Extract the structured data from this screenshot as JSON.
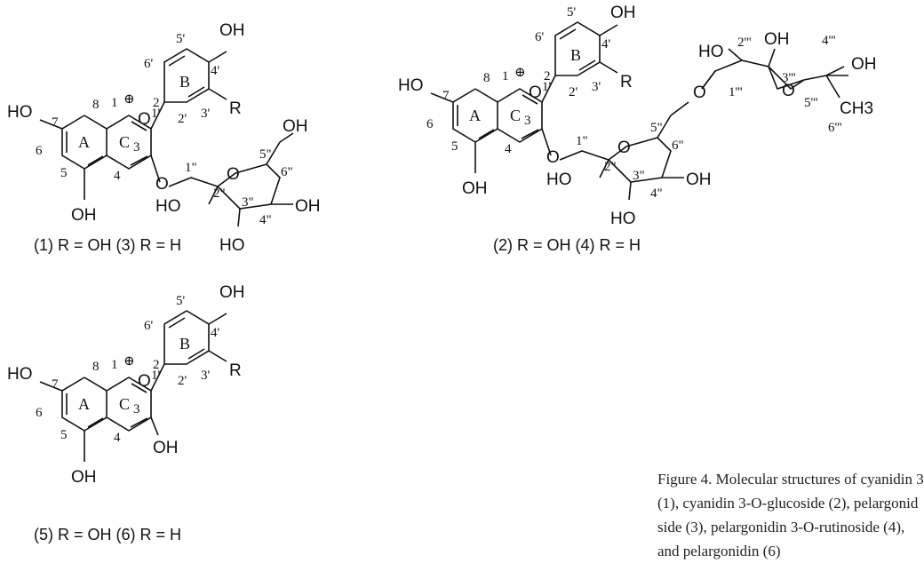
{
  "molecules": {
    "m1": {
      "caption": "(1) R = OH     (3) R = H",
      "atoms": {
        "ho7": "HO",
        "oh5": "OH",
        "oh4p": "OH",
        "r": "R",
        "oh6pp": "OH",
        "oh4pp": "OH",
        "ho2pp": "HO",
        "ho3pp": "HO"
      },
      "numbers": {
        "n8": "8",
        "n7": "7",
        "n6": "6",
        "n5": "5",
        "n4": "4",
        "n3": "3",
        "n2": "2",
        "n1": "1",
        "n1p": "1'",
        "n2p": "2'",
        "n3p": "3'",
        "n4p": "4'",
        "n5p": "5'",
        "n6p": "6'",
        "n1pp": "1\"",
        "n2pp": "2\"",
        "n3pp": "3\"",
        "n4pp": "4\"",
        "n5pp": "5\"",
        "n6pp": "6\""
      },
      "rings": {
        "a": "A",
        "b": "B",
        "c": "C"
      }
    },
    "m2": {
      "caption": "(2) R = OH     (4) R = H",
      "atoms": {
        "ho7": "HO",
        "oh5": "OH",
        "oh4p": "OH",
        "r": "R",
        "oh4pp": "OH",
        "ho2pp": "HO",
        "ho3pp": "HO",
        "ho2ppp": "HO",
        "oh3ppp": "OH",
        "oh4ppp": "OH",
        "ch3": "CH3"
      },
      "numbers": {
        "n8": "8",
        "n7": "7",
        "n6": "6",
        "n5": "5",
        "n4": "4",
        "n3": "3",
        "n2": "2",
        "n1": "1",
        "n1p": "1'",
        "n2p": "2'",
        "n3p": "3'",
        "n4p": "4'",
        "n5p": "5'",
        "n6p": "6'",
        "n1pp": "1\"",
        "n2pp": "2\"",
        "n3pp": "3\"",
        "n4pp": "4\"",
        "n5pp": "5\"",
        "n6pp": "6\"",
        "n1ppp": "1'''",
        "n2ppp": "2'''",
        "n3ppp": "3'''",
        "n4ppp": "4'''",
        "n5ppp": "5'''",
        "n6ppp": "6'''"
      },
      "rings": {
        "a": "A",
        "b": "B",
        "c": "C"
      }
    },
    "m3": {
      "caption": "(5) R = OH     (6) R = H",
      "atoms": {
        "ho7": "HO",
        "oh5": "OH",
        "oh4p": "OH",
        "r": "R",
        "oh3": "OH"
      },
      "numbers": {
        "n8": "8",
        "n7": "7",
        "n6": "6",
        "n5": "5",
        "n4": "4",
        "n3": "3",
        "n2": "2",
        "n1": "1",
        "n1p": "1'",
        "n2p": "2'",
        "n3p": "3'",
        "n4p": "4'",
        "n5p": "5'",
        "n6p": "6'"
      },
      "rings": {
        "a": "A",
        "b": "B",
        "c": "C"
      }
    }
  },
  "caption": {
    "line1": "Figure 4. Molecular structures of cyanidin 3",
    "line2": "(1), cyanidin 3-O-glucoside (2), pelargonid",
    "line3": "side (3), pelargonidin 3-O-rutinoside (4),",
    "line4": "and pelargonidin (6)"
  }
}
